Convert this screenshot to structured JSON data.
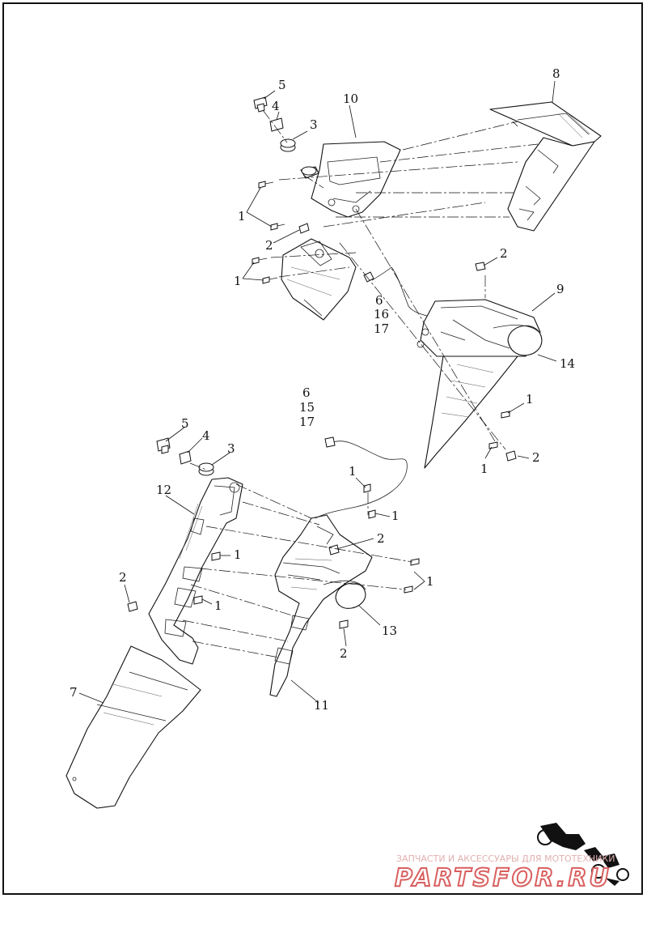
{
  "callouts": {
    "c1": "5",
    "c2": "4",
    "c3": "3",
    "c4": "10",
    "c5": "8",
    "c6": "1",
    "c7": "2",
    "c8": "1",
    "c9": "2",
    "c10": "9",
    "c11": "6",
    "c12": "16",
    "c13": "17",
    "c14": "14",
    "c15": "1",
    "c16": "1",
    "c17": "2",
    "c18": "6",
    "c19": "15",
    "c20": "17",
    "c21": "5",
    "c22": "4",
    "c23": "3",
    "c24": "12",
    "c25": "1",
    "c26": "1",
    "c27": "1",
    "c28": "2",
    "c29": "1",
    "c30": "2",
    "c31": "1",
    "c32": "13",
    "c33": "2",
    "c34": "11",
    "c35": "7"
  },
  "watermark": {
    "text": "ЗАПЧАСТИ И АКСЕССУАРЫ ДЛЯ МОТОТЕХНИКИ",
    "brand": "PARTSFOR.RU",
    "colors": {
      "text": "#e2b0b0",
      "brand": "#d95f5f"
    },
    "icon": "motorcycle-icon"
  }
}
